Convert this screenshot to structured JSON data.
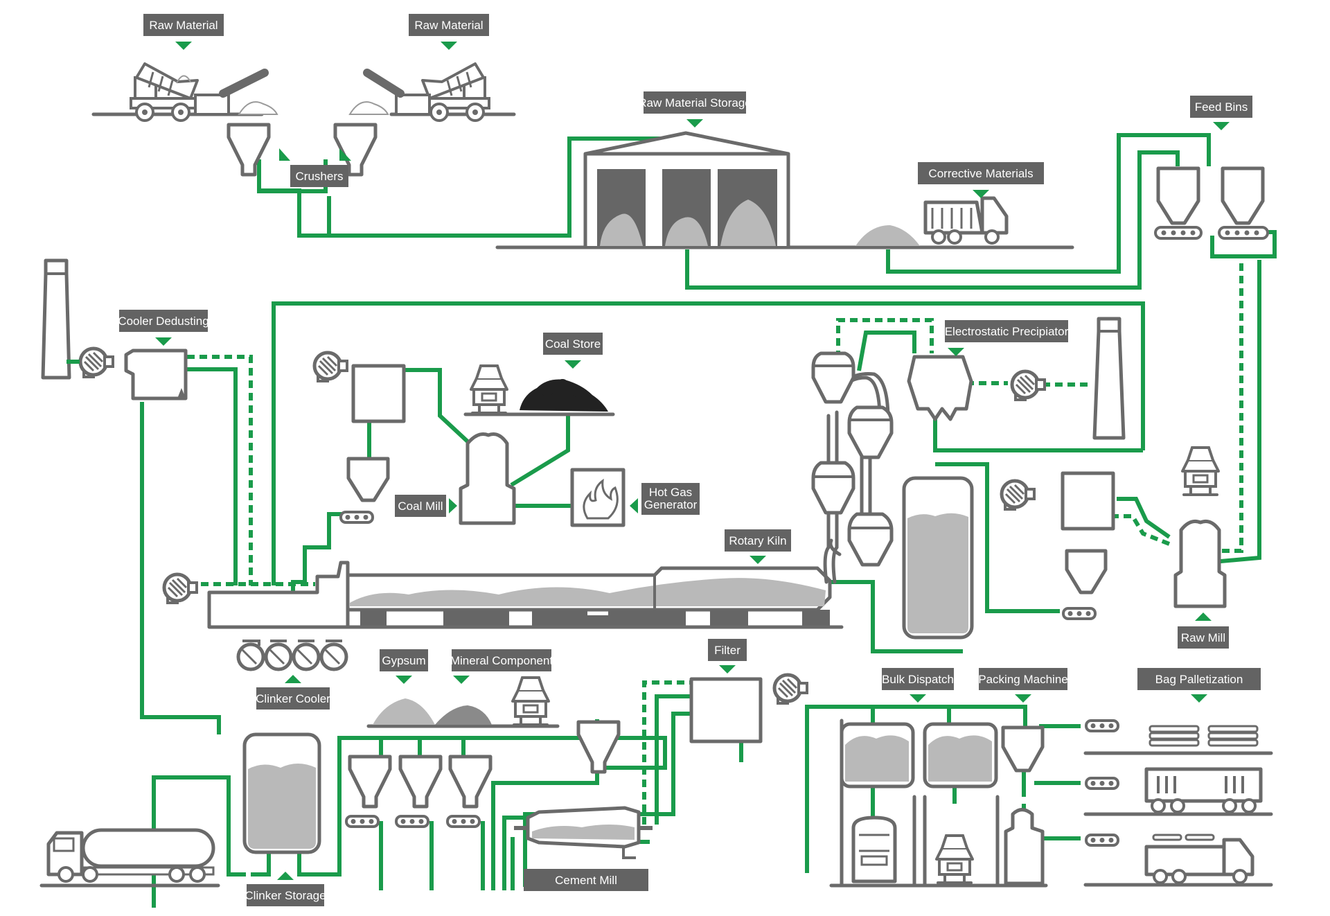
{
  "labels": {
    "raw_material_1": "Raw Material",
    "raw_material_2": "Raw Material",
    "crushers": "Crushers",
    "raw_material_storage": "Raw Material Storage",
    "corrective_materials": "Corrective Materials",
    "feed_bins": "Feed Bins",
    "cooler_dedusting": "Cooler Dedusting",
    "coal_store": "Coal Store",
    "electrostatic_precipitator": "Electrostatic Precipiator",
    "coal_mill": "Coal Mill",
    "hot_gas_generator_1": "Hot Gas",
    "hot_gas_generator_2": "Generator",
    "rotary_kiln": "Rotary Kiln",
    "raw_mill": "Raw Mill",
    "clinker_cooler": "Clinker Cooler",
    "gypsum": "Gypsum",
    "mineral_component": "Mineral Component",
    "filter": "Filter",
    "bulk_dispatch": "Bulk Dispatch",
    "packing_machine": "Packing Machine",
    "bag_palletization": "Bag Palletization",
    "clinker_storage": "Clinker Storage",
    "cement_mill": "Cement Mill"
  },
  "colors": {
    "flow_line": "#1a9b4b",
    "equipment_outline": "#6a6a6a",
    "label_background": "#636363",
    "material_fill": "#b9b9b9",
    "coal_fill": "#222222"
  },
  "icons": [
    "dump-truck-icon",
    "conveyor-icon",
    "hopper-icon",
    "warehouse-icon",
    "stack-icon",
    "fan-icon",
    "silo-icon",
    "tanker-truck-icon",
    "rail-wagon-icon",
    "flame-icon"
  ]
}
